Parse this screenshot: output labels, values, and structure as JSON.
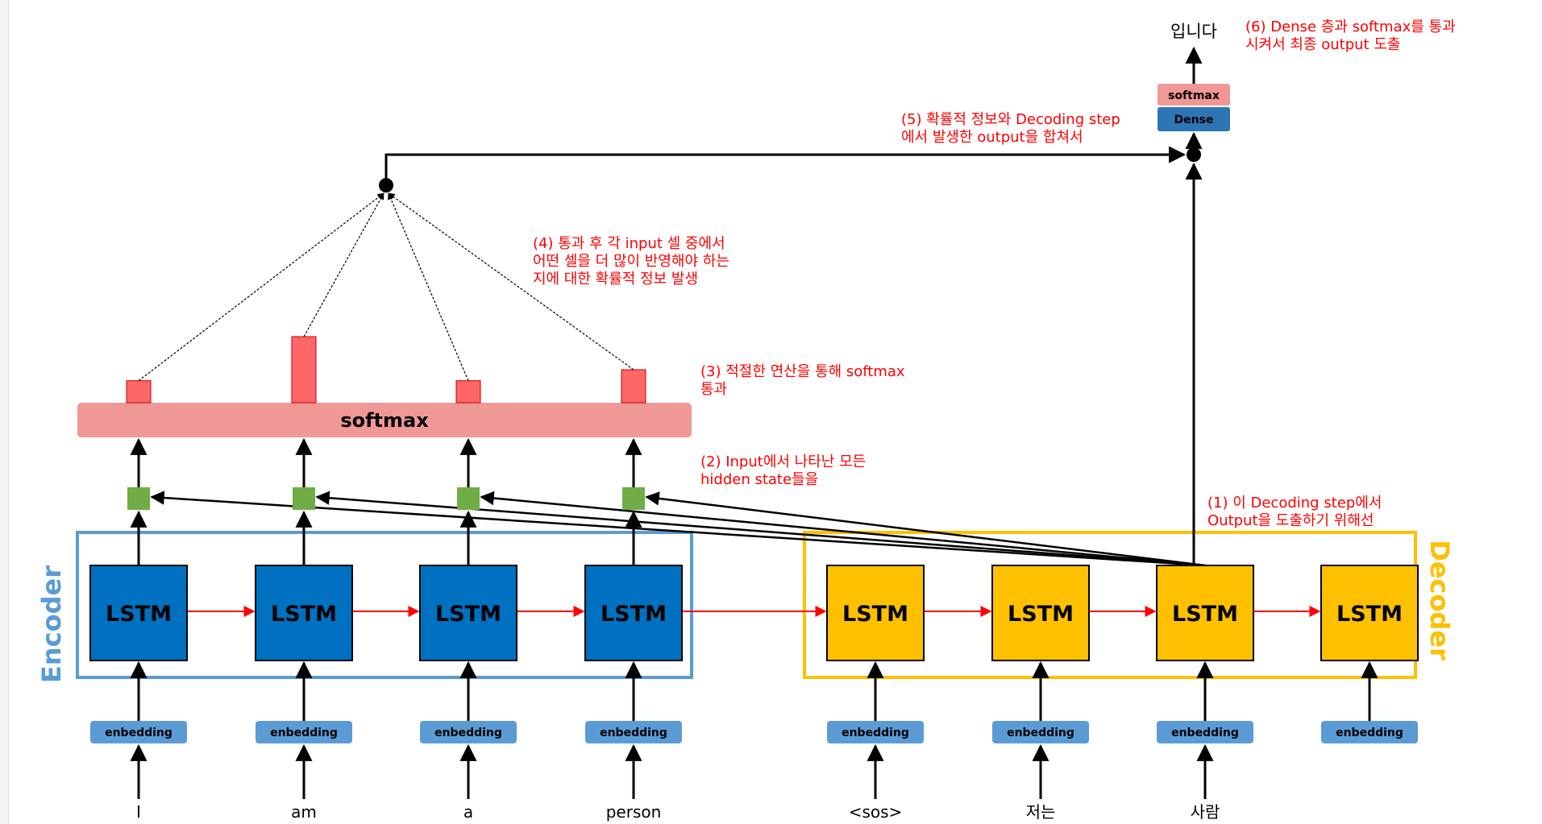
{
  "colors": {
    "encoder_lstm": "#0070C0",
    "decoder_lstm": "#FFC000",
    "embedding": "#5B9BD5",
    "softmax_bar": "#F09896",
    "attention_weight": "#FF6666",
    "hidden_state": "#70AD47",
    "dense": "#2E75B6",
    "encoder_frame": "#5B9BD5",
    "decoder_frame": "#FFC000",
    "red_arrow": "#FF0000",
    "note_text": "#FF0000"
  },
  "encoder": {
    "label": "Encoder",
    "cells": [
      {
        "lstm": "LSTM",
        "embedding": "enbedding",
        "token": "I"
      },
      {
        "lstm": "LSTM",
        "embedding": "enbedding",
        "token": "am"
      },
      {
        "lstm": "LSTM",
        "embedding": "enbedding",
        "token": "a"
      },
      {
        "lstm": "LSTM",
        "embedding": "enbedding",
        "token": "person"
      }
    ]
  },
  "decoder": {
    "label": "Decoder",
    "cells": [
      {
        "lstm": "LSTM",
        "embedding": "enbedding",
        "token": "<sos>"
      },
      {
        "lstm": "LSTM",
        "embedding": "enbedding",
        "token": "저는"
      },
      {
        "lstm": "LSTM",
        "embedding": "enbedding",
        "token": "사람"
      },
      {
        "lstm": "LSTM",
        "embedding": "enbedding",
        "token": ""
      }
    ]
  },
  "attention": {
    "softmax_label": "softmax",
    "weights": [
      0.25,
      0.75,
      0.25,
      0.375
    ]
  },
  "output": {
    "word": "입니다",
    "softmax_label": "softmax",
    "dense_label": "Dense"
  },
  "notes": {
    "n1": [
      "(1) 이 Decoding step에서",
      "Output을 도출하기 위해선"
    ],
    "n2": [
      "(2) Input에서 나타난 모든",
      "hidden state들을"
    ],
    "n3": [
      "(3) 적절한 연산을 통해 softmax",
      "통과"
    ],
    "n4": [
      "(4) 통과 후 각 input 셀 중에서",
      "어떤 셀을 더 많이 반영해야 하는",
      "지에 대한 확률적 정보 발생"
    ],
    "n5": [
      "(5) 확률적 정보와 Decoding step",
      "에서 발생한 output을 합쳐서"
    ],
    "n6": [
      "(6) Dense 층과 softmax를 통과",
      "시켜서 최종 output 도출"
    ]
  }
}
